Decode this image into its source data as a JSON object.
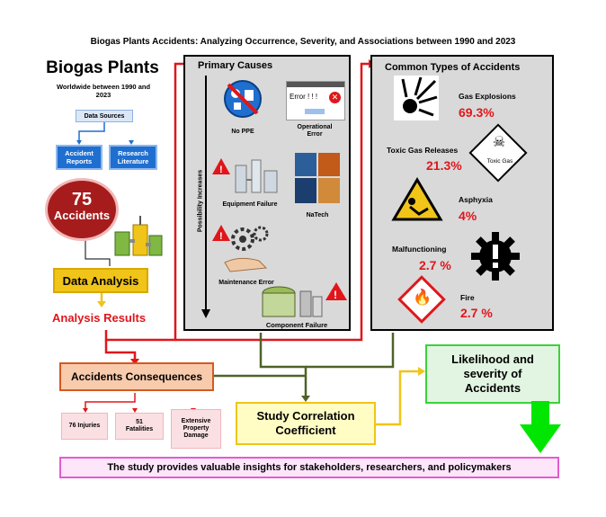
{
  "title": "Biogas Plants Accidents: Analyzing Occurrence, Severity, and Associations between 1990 and 2023",
  "left": {
    "heading": "Biogas Plants",
    "subheading": "Worldwide between 1990 and 2023",
    "data_sources": "Data Sources",
    "source_1": "Accident Reports",
    "source_2": "Research Literature",
    "count": "75",
    "count_label": "Accidents",
    "data_analysis": "Data Analysis",
    "analysis_results": "Analysis Results"
  },
  "primary_causes": {
    "title": "Primary Causes",
    "axis_label": "Possibility Increases",
    "items": [
      "No PPE",
      "Operational Error",
      "Equipment Failure",
      "NaTech",
      "Maintenance Error",
      "Component Failure"
    ],
    "error_popup": "Error ! ! !"
  },
  "common_types": {
    "title": "Common Types of Accidents",
    "items": [
      {
        "label": "Gas Explosions",
        "pct": "69.3%"
      },
      {
        "label": "Toxic Gas Releases",
        "pct": "21.3%"
      },
      {
        "label": "Asphyxia",
        "pct": "4%"
      },
      {
        "label": "Malfunctioning",
        "pct": "2.7 %"
      },
      {
        "label": "Fire",
        "pct": "2.7 %"
      }
    ],
    "toxic_sign": "Toxic Gas"
  },
  "consequences": {
    "title": "Accidents Consequences",
    "items": [
      "76 Injuries",
      "51 Fatalities",
      "Extensive Property Damage"
    ]
  },
  "correlation": "Study Correlation Coefficient",
  "likelihood": "Likelihood and severity of Accidents",
  "footer": "The study provides valuable insights for stakeholders, researchers, and policymakers",
  "colors": {
    "red": "#e0161b",
    "green": "#4f6228",
    "yellow": "#f0c419",
    "blue": "#1f6fd0",
    "lime": "#3bd23b"
  }
}
